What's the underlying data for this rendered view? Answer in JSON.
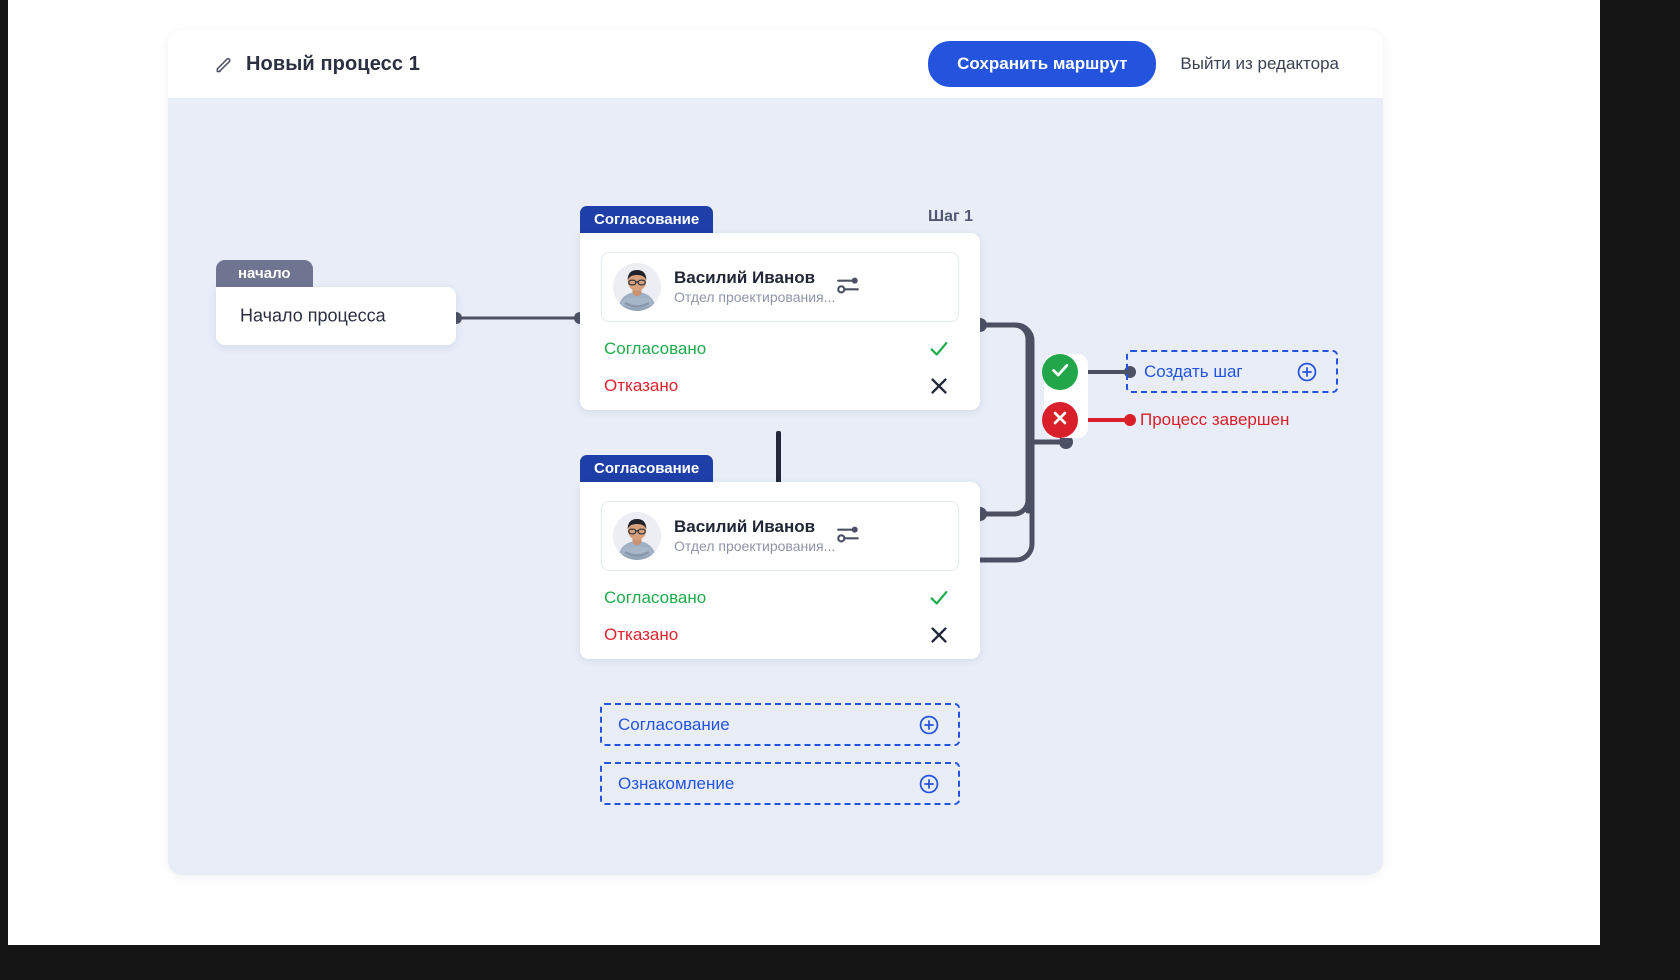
{
  "header": {
    "edit_icon": "pencil-icon",
    "title": "Новый процесс 1",
    "save_label": "Сохранить маршрут",
    "exit_label": "Выйти из редактора",
    "primary_color": "#2454dd"
  },
  "canvas": {
    "background": "#e8edf8",
    "step_label": "Шаг 1"
  },
  "start_node": {
    "tab_label": "начало",
    "tab_color": "#6f7590",
    "title": "Начало процесса"
  },
  "approval_nodes": [
    {
      "tab_label": "Согласование",
      "tab_color": "#1f3fa8",
      "person_name": "Василий Иванов",
      "person_dept": "Отдел проектирования...",
      "settings_icon": "sliders-icon",
      "outcomes": [
        {
          "label": "Согласовано",
          "color": "#1faa4b",
          "icon": "check-icon"
        },
        {
          "label": "Отказано",
          "color": "#df2230",
          "icon": "cross-icon"
        }
      ]
    },
    {
      "tab_label": "Согласование",
      "tab_color": "#1f3fa8",
      "person_name": "Василий Иванов",
      "person_dept": "Отдел проектирования...",
      "settings_icon": "sliders-icon",
      "outcomes": [
        {
          "label": "Согласовано",
          "color": "#1faa4b",
          "icon": "check-icon"
        },
        {
          "label": "Отказано",
          "color": "#df2230",
          "icon": "cross-icon"
        }
      ]
    }
  ],
  "add_step_boxes": [
    {
      "label": "Согласование",
      "icon": "plus-circle-icon",
      "color": "#2454dd"
    },
    {
      "label": "Ознакомление",
      "icon": "plus-circle-icon",
      "color": "#2454dd"
    }
  ],
  "branch_outputs": {
    "approved": {
      "badge_icon": "check-circle-icon",
      "badge_color": "#22a64a",
      "target_label": "Создать шаг",
      "target_icon": "plus-circle-icon",
      "target_color": "#2454dd"
    },
    "rejected": {
      "badge_icon": "cross-circle-icon",
      "badge_color": "#d81f2a",
      "target_label": "Процесс завершен",
      "target_color": "#d81f2a"
    }
  }
}
